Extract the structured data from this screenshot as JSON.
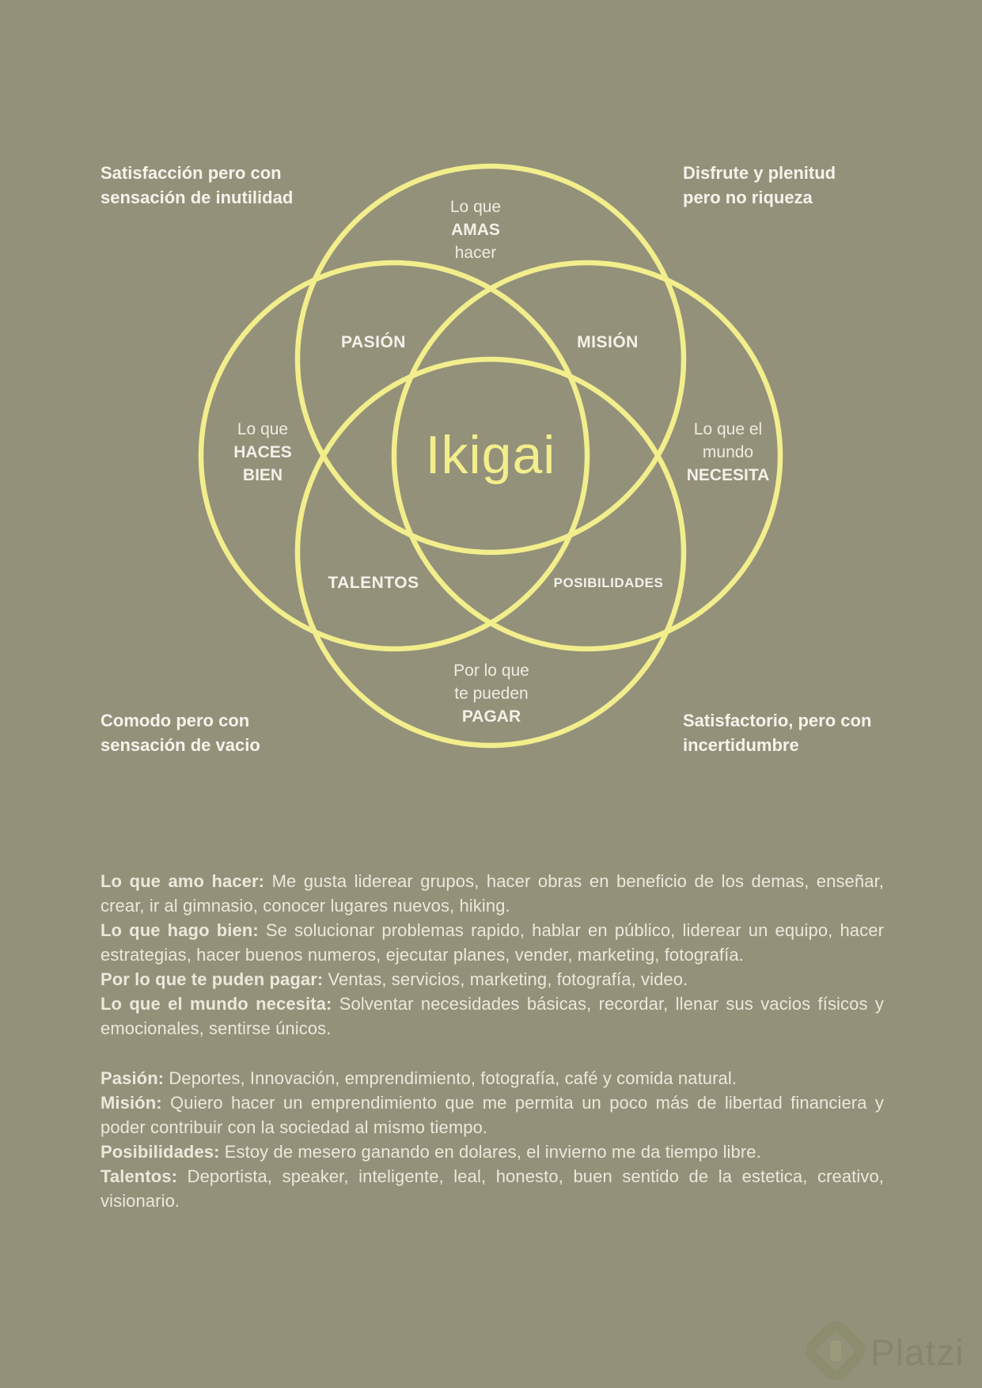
{
  "colors": {
    "background": "#93917a",
    "circle_stroke": "#f2ee8c",
    "heading_text": "#f6f4ec",
    "soft_text": "#efecdf",
    "body_text": "#ebe9da",
    "watermark": "#82865c"
  },
  "diagram": {
    "center_label": "Ikigai",
    "circle_labels": {
      "top": {
        "lines": [
          {
            "text": "Lo que",
            "bold": false
          },
          {
            "text": "AMAS",
            "bold": true
          },
          {
            "text": "hacer",
            "bold": false
          }
        ]
      },
      "left": {
        "lines": [
          {
            "text": "Lo que",
            "bold": false
          },
          {
            "text": "HACES",
            "bold": true
          },
          {
            "text": "BIEN",
            "bold": true
          }
        ]
      },
      "right": {
        "lines": [
          {
            "text": "Lo que el",
            "bold": false
          },
          {
            "text": "mundo",
            "bold": false
          },
          {
            "text": "NECESITA",
            "bold": true
          }
        ]
      },
      "bottom": {
        "lines": [
          {
            "text": "Por lo que",
            "bold": false
          },
          {
            "text": "te pueden",
            "bold": false
          },
          {
            "text": "PAGAR",
            "bold": true
          }
        ]
      }
    },
    "intersections": {
      "passion": "PASIÓN",
      "mission": "MISIÓN",
      "talents": "TALENTOS",
      "possibilities": "POSIBILIDADES"
    },
    "corner_notes": {
      "top_left": {
        "line1": "Satisfacción pero con",
        "line2": "sensación de inutilidad"
      },
      "top_right": {
        "line1": "Disfrute y plenitud",
        "line2": "pero no riqueza"
      },
      "bottom_left": {
        "line1": "Comodo pero con",
        "line2": "sensación de vacio"
      },
      "bottom_right": {
        "line1": "Satisfactorio, pero con",
        "line2": "incertidumbre"
      }
    }
  },
  "definitions_primary": [
    {
      "label": "Lo que amo hacer:",
      "text": "Me gusta liderear grupos, hacer obras en beneficio de los demas, enseñar, crear, ir al gimnasio, conocer lugares nuevos, hiking."
    },
    {
      "label": "Lo que hago bien:",
      "text": "Se solucionar problemas rapido, hablar en público, liderear un equipo, hacer estrategias, hacer buenos numeros, ejecutar planes, vender, marketing, fotografía."
    },
    {
      "label": "Por lo que te puden pagar:",
      "text": "Ventas, servicios, marketing, fotografía, video."
    },
    {
      "label": "Lo que el mundo necesita:",
      "text": "Solventar necesidades básicas, recordar, llenar sus vacios físicos y emocionales, sentirse únicos."
    }
  ],
  "definitions_secondary": [
    {
      "label": "Pasión:",
      "text": "Deportes, Innovación, emprendimiento, fotografía, café y comida natural."
    },
    {
      "label": "Misión:",
      "text": "Quiero hacer un emprendimiento que me permita un poco más de libertad financiera y poder contribuir con la sociedad al mismo tiempo."
    },
    {
      "label": "Posibilidades:",
      "text": "Estoy de mesero ganando en dolares, el invierno me da tiempo libre."
    },
    {
      "label": "Talentos:",
      "text": "Deportista, speaker, inteligente, leal, honesto, buen sentido de la estetica, creativo, visionario."
    }
  ],
  "watermark": {
    "brand": "Platzi"
  }
}
